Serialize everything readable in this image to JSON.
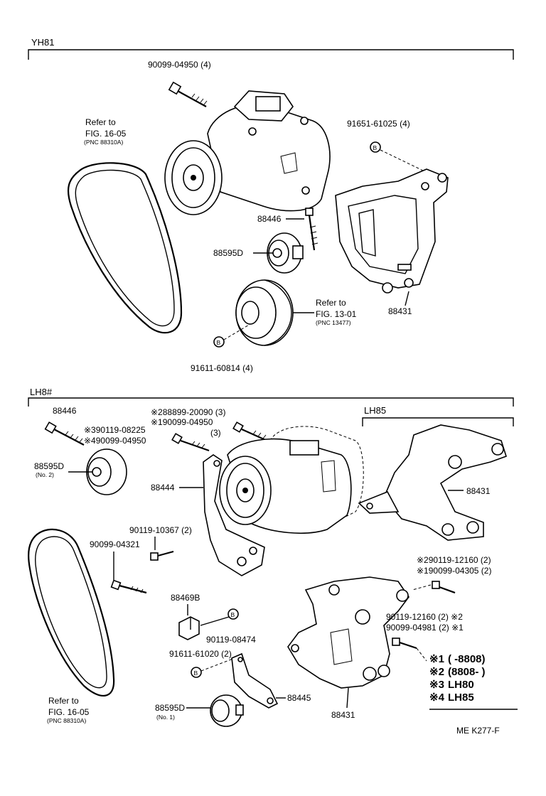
{
  "sections": {
    "top": "YH81",
    "bottom": "LH8#",
    "lh85": "LH85"
  },
  "labels": {
    "t_bolt_90099_04950": "90099-04950 (4)",
    "t_refer_fig1605_a": "Refer to",
    "t_refer_fig1605_b": "FIG. 16-05",
    "t_refer_fig1605_c": "(PNC 88310A)",
    "t_91651": "91651-61025 (4)",
    "t_88446": "88446",
    "t_88595d": "88595D",
    "t_refer_fig1301_a": "Refer to",
    "t_refer_fig1301_b": "FIG. 13-01",
    "t_refer_fig1301_c": "(PNC 13477)",
    "t_88431": "88431",
    "t_91611_60814": "91611-60814 (4)",
    "b_88446": "88446",
    "b_m2_88899": "※288899-20090 (3)",
    "b_m1_90099": "※190099-04950",
    "b_m1_qty": "(3)",
    "b_m3_90119": "※390119-08225",
    "b_m4_90099": "※490099-04950",
    "b_88595d": "88595D",
    "b_88595d_no2": "(No. 2)",
    "b_88444": "88444",
    "b_88431_lh85": "88431",
    "b_90119_10367": "90119-10367 (2)",
    "b_90099_04321": "90099-04321",
    "b_m2_90119_12160": "※290119-12160 (2)",
    "b_m1_90099_04305": "※190099-04305 (2)",
    "b_88469b": "88469B",
    "b_90119_12160_2": "90119-12160 (2) ※2",
    "b_90099_04981": "90099-04981 (2) ※1",
    "b_90119_08474": "90119-08474",
    "b_91611_61020": "91611-61020 (2)",
    "b_88445": "88445",
    "b_88431": "88431",
    "b_88595d_2": "88595D",
    "b_88595d_no1": "(No. 1)",
    "b_refer_a": "Refer to",
    "b_refer_b": "FIG. 16-05",
    "b_refer_c": "(PNC 88310A)",
    "footer": "ME K277-F"
  },
  "legend": [
    {
      "mark": "※1",
      "text": "(      -8808)"
    },
    {
      "mark": "※2",
      "text": "(8808-      )"
    },
    {
      "mark": "※3",
      "text": "LH80"
    },
    {
      "mark": "※4",
      "text": "LH85"
    }
  ]
}
